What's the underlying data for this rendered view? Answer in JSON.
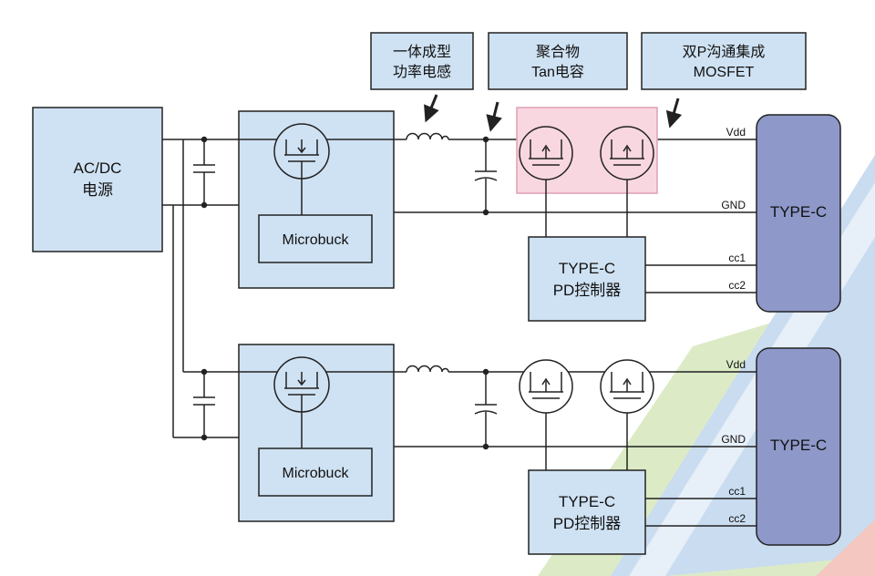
{
  "source_block": {
    "line1": "AC/DC",
    "line2": "电源"
  },
  "callouts": {
    "inductor": {
      "line1": "一体成型",
      "line2": "功率电感"
    },
    "capacitor": {
      "line1": "聚合物",
      "line2": "Tan电容"
    },
    "mosfet": {
      "line1": "双P沟通集成",
      "line2": "MOSFET"
    }
  },
  "channels": [
    {
      "buck_label": "Microbuck",
      "controller": {
        "line1": "TYPE-C",
        "line2": "PD控制器"
      },
      "connector": "TYPE-C",
      "rails": {
        "vdd": "Vdd",
        "gnd": "GND",
        "cc1": "cc1",
        "cc2": "cc2"
      }
    },
    {
      "buck_label": "Microbuck",
      "controller": {
        "line1": "TYPE-C",
        "line2": "PD控制器"
      },
      "connector": "TYPE-C",
      "rails": {
        "vdd": "Vdd",
        "gnd": "GND",
        "cc1": "cc1",
        "cc2": "cc2"
      }
    }
  ],
  "colors": {
    "block_fill": "#cfe2f3",
    "connector_fill": "#8e98c9",
    "highlight_fill": "#f8d7e0",
    "highlight_stroke": "#e0a0b4",
    "bg_blue": "#c9dcf0",
    "bg_green": "#dcebc6",
    "bg_pink": "#f4c8c0"
  }
}
